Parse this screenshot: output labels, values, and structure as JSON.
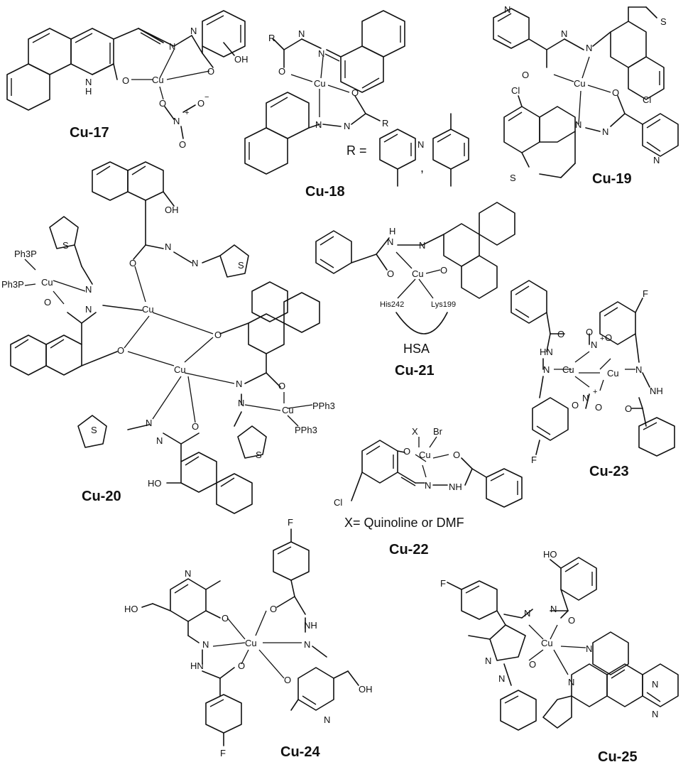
{
  "compounds": {
    "cu17": "Cu-17",
    "cu18": "Cu-18",
    "cu19": "Cu-19",
    "cu20": "Cu-20",
    "cu21": "Cu-21",
    "cu22": "Cu-22",
    "cu23": "Cu-23",
    "cu24": "Cu-24",
    "cu25": "Cu-25"
  },
  "notes": {
    "r_eq": "R =",
    "x_eq": "X= Quinoline or DMF",
    "hsa": "HSA",
    "his": "His242",
    "lys": "Lys199"
  },
  "atoms": {
    "cu": "Cu",
    "n": "N",
    "o": "O",
    "s": "S",
    "h": "H",
    "oh": "OH",
    "ho": "HO",
    "nh": "NH",
    "hn": "HN",
    "cl": "Cl",
    "f": "F",
    "br": "Br",
    "x": "X",
    "ph3p": "Ph3P",
    "pph3": "PPh3",
    "oplus": "O",
    "ominus": "O",
    "plus": "+",
    "minus": "−",
    "comma": ","
  }
}
